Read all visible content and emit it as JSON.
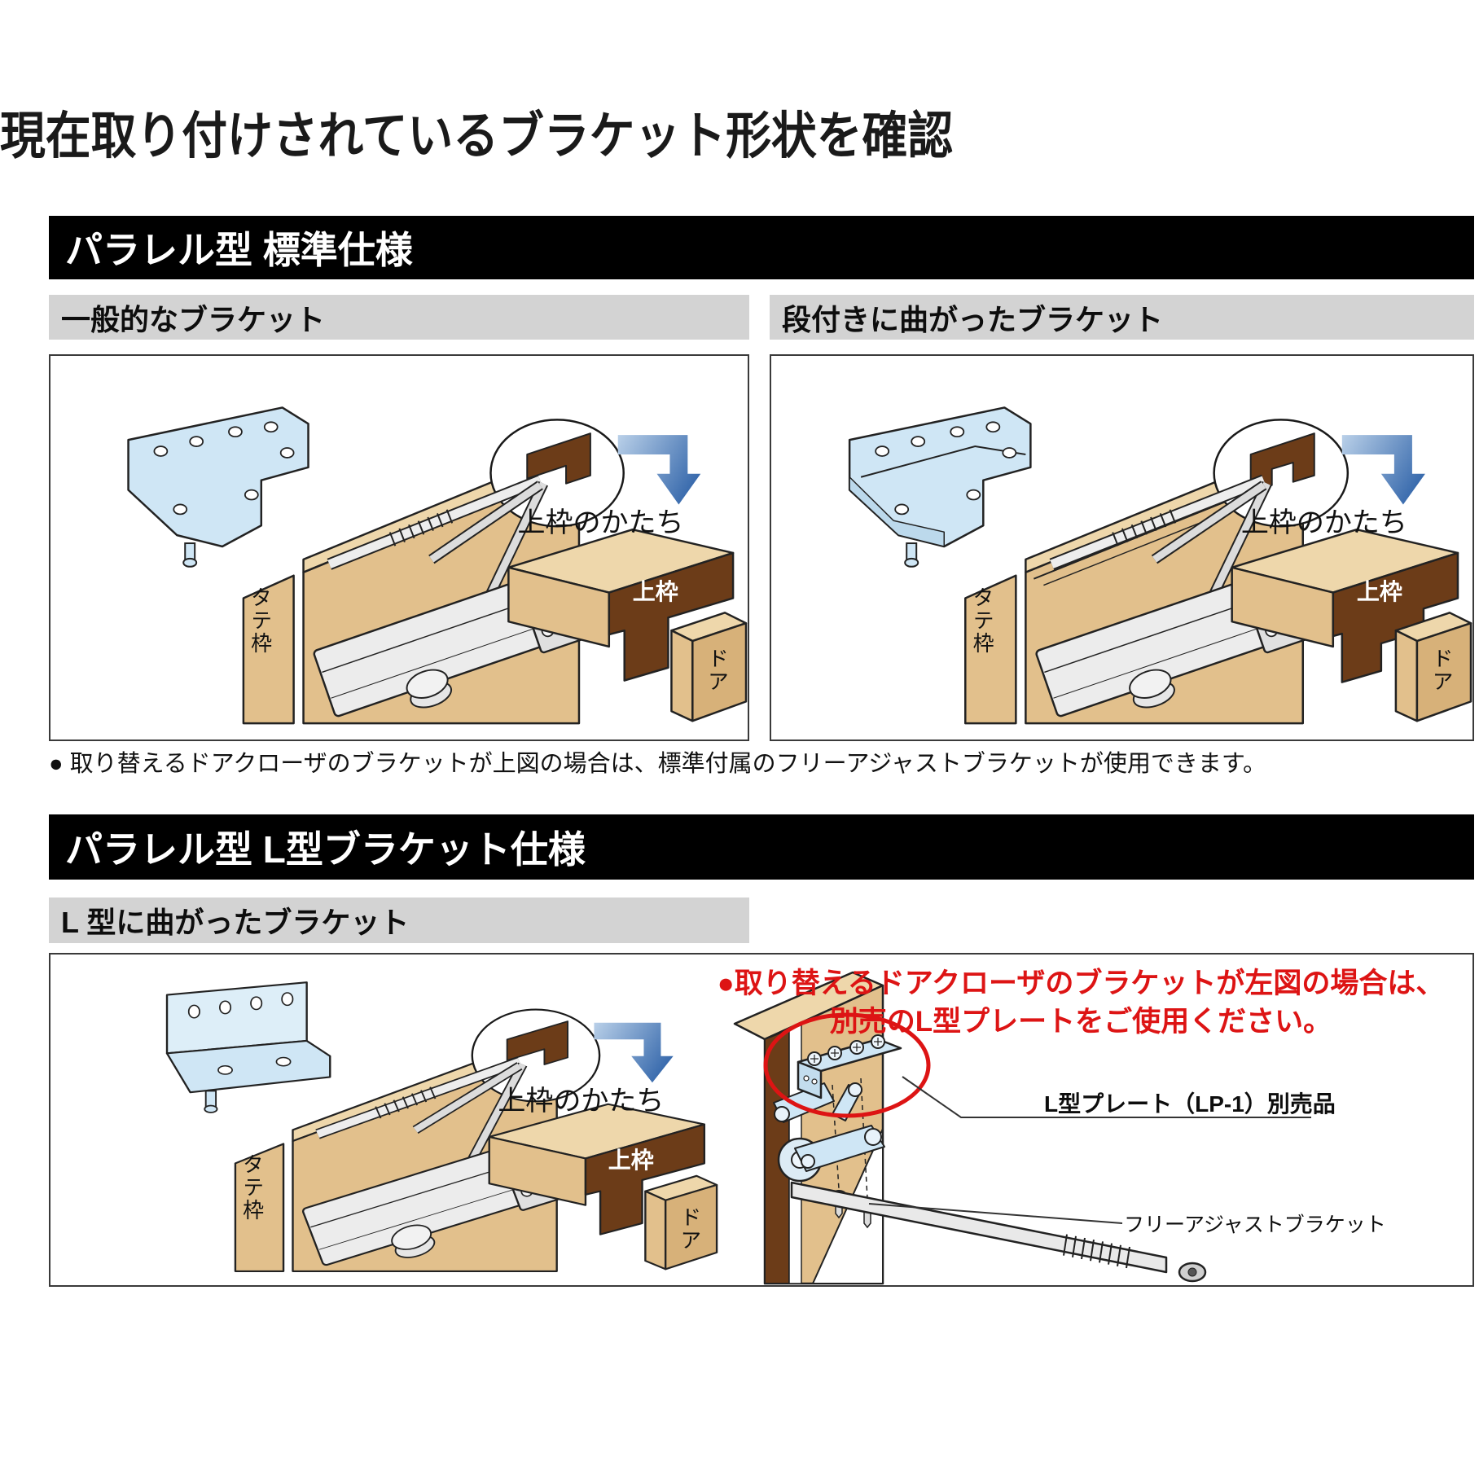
{
  "title": "現在取り付けされているブラケット形状を確認",
  "section1": {
    "header": "パラレル型 標準仕様",
    "panels": [
      {
        "subheader": "一般的なブラケット",
        "callout": "上枠のかたち",
        "upper_frame": "上枠",
        "door": "ドア",
        "jamb": "タテ枠"
      },
      {
        "subheader": "段付きに曲がったブラケット",
        "callout": "上枠のかたち",
        "upper_frame": "上枠",
        "door": "ドア",
        "jamb": "タテ枠"
      }
    ],
    "note": "● 取り替えるドアクローザのブラケットが上図の場合は、標準付属のフリーアジャストブラケットが使用できます。"
  },
  "section2": {
    "header": "パラレル型 L型ブラケット仕様",
    "subheader": "L 型に曲がったブラケット",
    "panel": {
      "callout": "上枠のかたち",
      "upper_frame": "上枠",
      "door": "ドア",
      "jamb": "タテ枠"
    },
    "warning": {
      "line1": "●取り替えるドアクローザのブラケットが左図の場合は、",
      "line2": "別売のL型プレートをご使用ください。"
    },
    "labels": {
      "plate": "L型プレート（LP-1）別売品",
      "bracket": "フリーアジャストブラケット"
    }
  },
  "colors": {
    "header_black": "#000000",
    "subheader_gray": "#d3d3d3",
    "warning_red": "#dd1414",
    "wood_tan": "#e2c08c",
    "wood_tan_light": "#eed7ab",
    "wood_tan_dark": "#d7b179",
    "wood_dark_brown": "#6c3c18",
    "bracket_blue": "#cfe6f5",
    "bracket_blue_dark": "#bcd9ec",
    "arrow_blue": "#2e62a8",
    "arrow_blue_light": "#b8cfe8",
    "metal_gray": "#ececec"
  }
}
